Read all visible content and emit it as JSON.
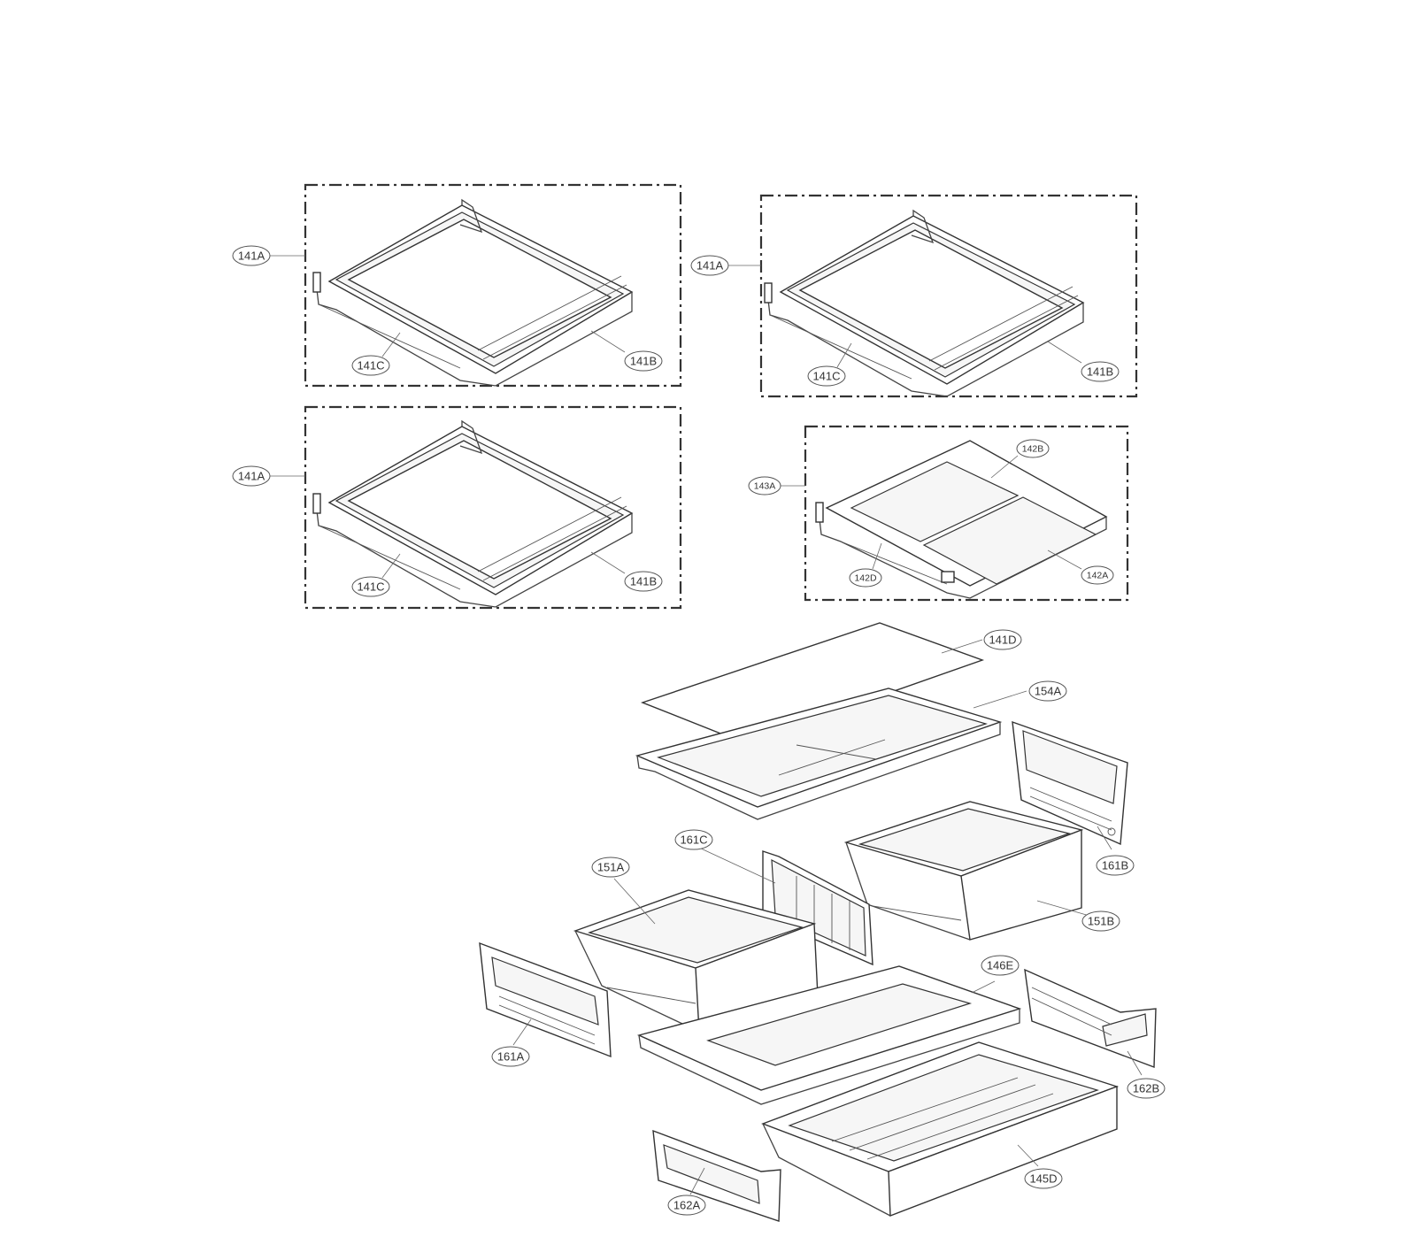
{
  "callouts": [
    {
      "id": "c1",
      "label": "141A"
    },
    {
      "id": "c2",
      "label": "141C"
    },
    {
      "id": "c3",
      "label": "141B"
    },
    {
      "id": "c4",
      "label": "141A"
    },
    {
      "id": "c5",
      "label": "141C"
    },
    {
      "id": "c6",
      "label": "141B"
    },
    {
      "id": "c7",
      "label": "141A"
    },
    {
      "id": "c8",
      "label": "141C"
    },
    {
      "id": "c9",
      "label": "141B"
    },
    {
      "id": "c10",
      "label": "143A"
    },
    {
      "id": "c11",
      "label": "142B"
    },
    {
      "id": "c12",
      "label": "142D"
    },
    {
      "id": "c13",
      "label": "142A"
    },
    {
      "id": "c14",
      "label": "141D"
    },
    {
      "id": "c15",
      "label": "154A"
    },
    {
      "id": "c16",
      "label": "161B"
    },
    {
      "id": "c17",
      "label": "161C"
    },
    {
      "id": "c18",
      "label": "151A"
    },
    {
      "id": "c19",
      "label": "151B"
    },
    {
      "id": "c20",
      "label": "146E"
    },
    {
      "id": "c21",
      "label": "161A"
    },
    {
      "id": "c22",
      "label": "162B"
    },
    {
      "id": "c23",
      "label": "145D"
    },
    {
      "id": "c24",
      "label": "162A"
    }
  ]
}
